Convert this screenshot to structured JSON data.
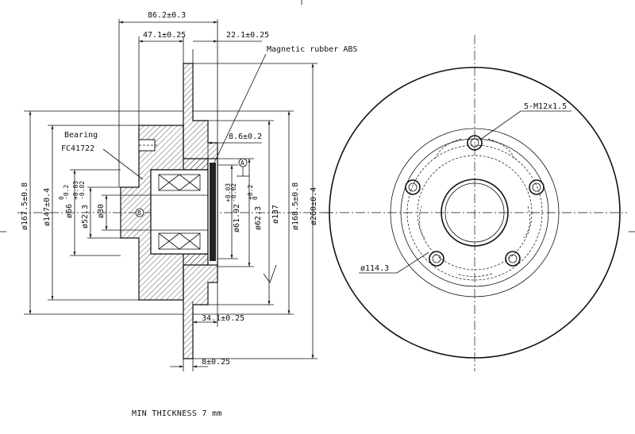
{
  "side_view": {
    "dims_top": {
      "overall_width": "86.2±0.3",
      "hub_offset": "47.1±0.25",
      "flange_offset": "22.1±0.25"
    },
    "callouts": {
      "magnetic": "Magnetic rubber ABS",
      "bearing_line1": "Bearing",
      "bearing_line2": "FC41722",
      "abs_dim": "8.6±0.2",
      "datum_a": "A",
      "datum_b": "B"
    },
    "diameters": {
      "d1675": "ø167.5±0.8",
      "d147": "ø147±0.4",
      "d66": "ø66",
      "d66_tol_top": "0",
      "d66_tol_bot": "-0.2",
      "d523": "ø52.3",
      "d523_tol_top": "+0.03",
      "d523_tol_bot": "-0.02",
      "d30": "ø30",
      "d6192": "ø61.92",
      "d6192_tol_top": "+0.03",
      "d6192_tol_bot": "-0.02",
      "d623": "ø62.3",
      "d623_tol_top": "+0.2",
      "d623_tol_bot": "0",
      "d137": "ø137",
      "d1685": "ø168.5±0.8",
      "d260": "ø260±0.4"
    },
    "dims_bottom": {
      "width_341": "34.1±0.25",
      "thickness_8": "8±0.25"
    }
  },
  "front_view": {
    "bolt_callout": "5-M12x1.5",
    "pcd": "ø114.3"
  },
  "note": "MIN THICKNESS 7 mm"
}
